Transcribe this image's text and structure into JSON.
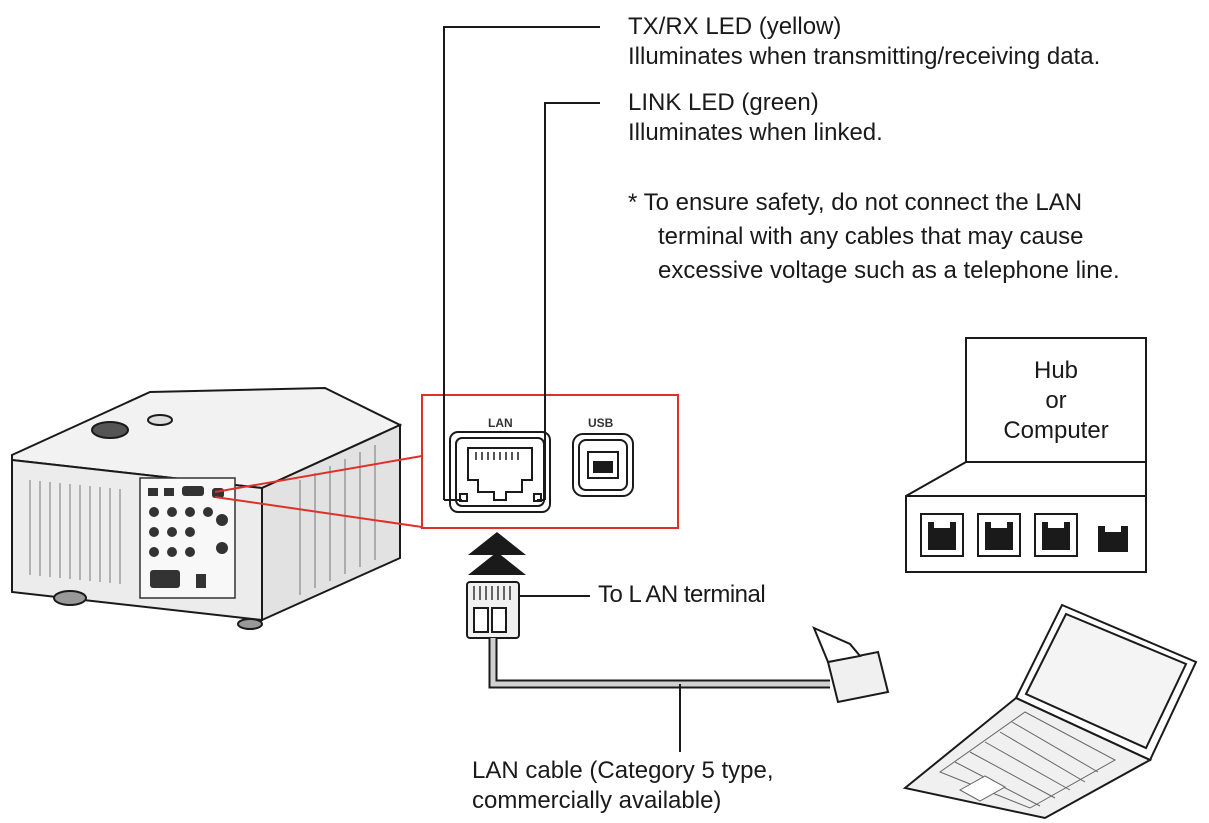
{
  "callouts": {
    "txrx_title": "TX/RX LED (yellow)",
    "txrx_desc": "Illuminates when transmitting/receiving data.",
    "link_title": "LINK LED (green)",
    "link_desc": "Illuminates when linked.",
    "note_lines": [
      "* To ensure safety, do not connect the LAN",
      "terminal with any cables that may cause",
      "excessive voltage such as a telephone line."
    ],
    "to_lan": "To L AN terminal",
    "cable_lines": [
      "LAN cable (Category 5 type,",
      "commercially available)"
    ]
  },
  "ports": {
    "lan": "LAN",
    "usb": "USB"
  },
  "hub": {
    "lines": [
      "Hub",
      "or",
      "Computer"
    ]
  },
  "colors": {
    "highlight_frame": "#e0302a",
    "line": "#1a1a1a",
    "device_gray": "#d9d9d9"
  },
  "icons": [
    "projector-icon",
    "lan-port-icon",
    "usb-port-icon",
    "rj45-plug-icon",
    "hub-icon",
    "laptop-icon",
    "up-arrow-icon"
  ]
}
